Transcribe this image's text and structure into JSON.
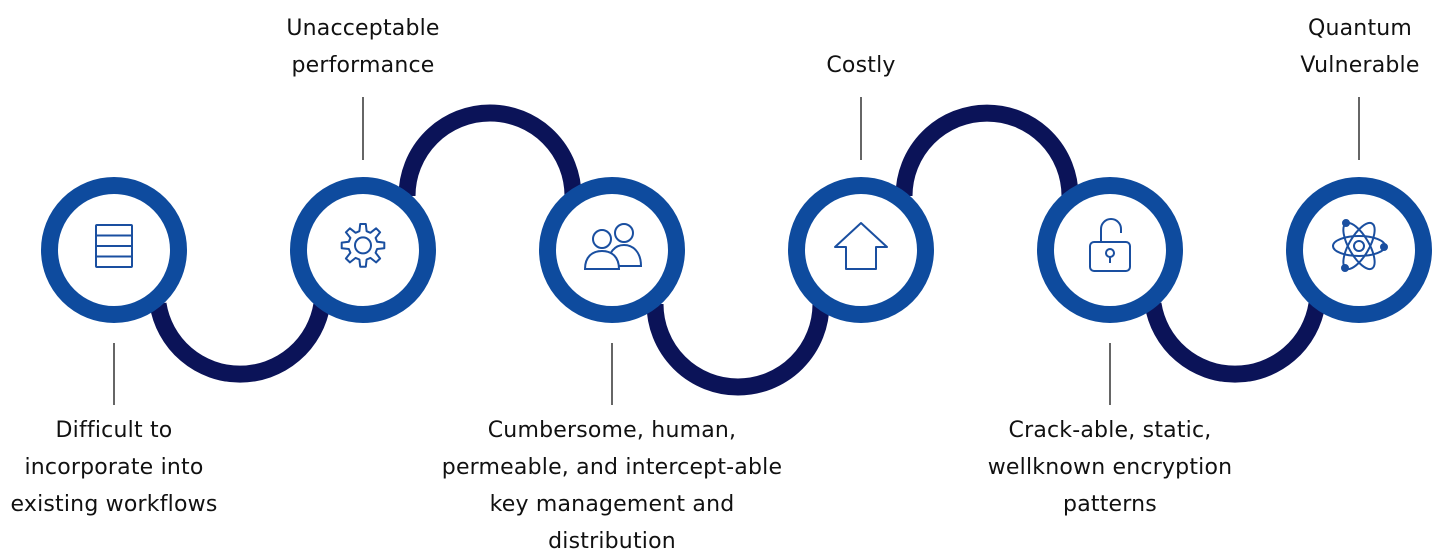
{
  "colors": {
    "ring": "#0e4b9e",
    "connector": "#0b1358",
    "icon": "#1a4fa0",
    "leader": "#333333",
    "text": "#111111"
  },
  "nodes": [
    {
      "icon": "list-icon",
      "label_lines": [
        "Difficult to",
        "incorporate into",
        "existing workflows"
      ]
    },
    {
      "icon": "gear-icon",
      "label_lines": [
        "Unacceptable",
        "performance"
      ]
    },
    {
      "icon": "users-icon",
      "label_lines": [
        "Cumbersome, human,",
        "permeable, and intercept-able",
        "key management and",
        "distribution"
      ]
    },
    {
      "icon": "house-icon",
      "label_lines": [
        "Costly"
      ]
    },
    {
      "icon": "lock-icon",
      "label_lines": [
        "Crack-able, static,",
        "wellknown encryption",
        "patterns"
      ]
    },
    {
      "icon": "atom-icon",
      "label_lines": [
        "Quantum",
        "Vulnerable"
      ]
    }
  ]
}
